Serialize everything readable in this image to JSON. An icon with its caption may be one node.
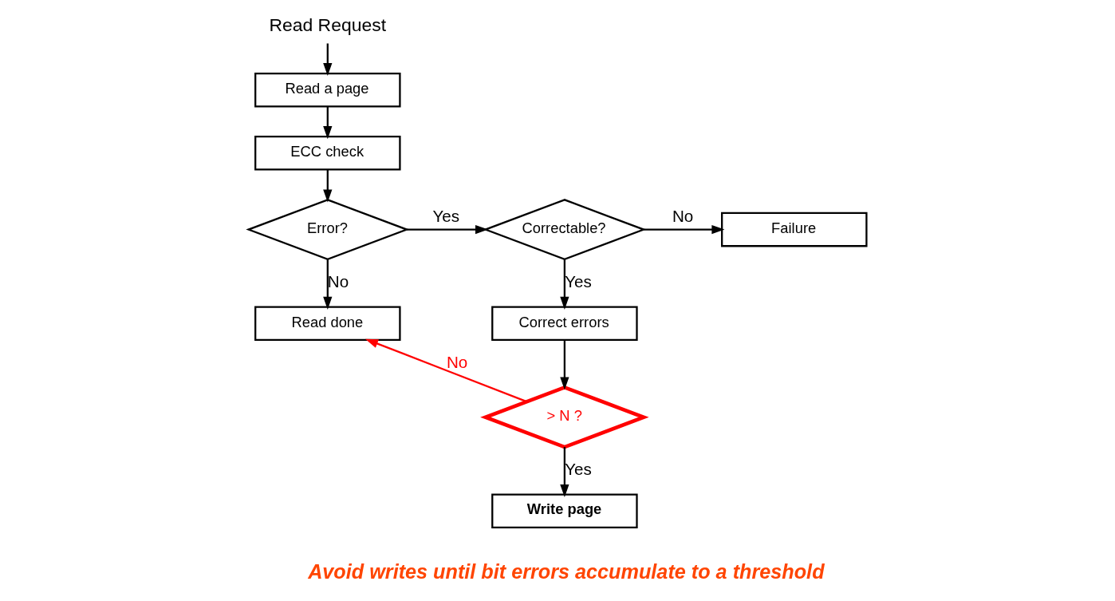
{
  "diagram": {
    "nodes": [
      {
        "text": [
          "Read Request"
        ]
      },
      {
        "text": [
          "Read a page"
        ]
      },
      {
        "text": [
          "ECC check"
        ]
      },
      {
        "text": [
          "Error?"
        ]
      },
      {
        "text": [
          "Correctable?"
        ]
      },
      {
        "text": [
          "Failure"
        ]
      },
      {
        "text": [
          "Correct errors"
        ]
      },
      {
        "text": [
          "> N ?"
        ]
      },
      {
        "text": [
          "Write page"
        ]
      },
      {
        "text": [
          "Read done"
        ]
      }
    ],
    "edges": [
      {
        "from": 0,
        "to": 1,
        "arrow": "to"
      },
      {
        "from": 1,
        "to": 2,
        "arrow": "to"
      },
      {
        "from": 2,
        "to": 3,
        "arrow": "to"
      },
      {
        "from": 3,
        "to": 4,
        "arrow": "to",
        "label": "Yes"
      },
      {
        "from": 3,
        "to": 9,
        "arrow": "to",
        "label": "No"
      },
      {
        "from": 4,
        "to": 5,
        "arrow": "to",
        "label": "No"
      },
      {
        "from": 4,
        "to": 6,
        "arrow": "to",
        "label": "Yes"
      },
      {
        "from": 6,
        "to": 7,
        "arrow": "to"
      },
      {
        "from": 7,
        "to": 8,
        "arrow": "to",
        "label": "Yes"
      },
      {
        "from": 7,
        "to": 9,
        "arrow": "to",
        "label": "No",
        "color": "#ff0000"
      }
    ],
    "labels": [
      "Avoid writes until bit errors accumulate to a threshold"
    ]
  }
}
